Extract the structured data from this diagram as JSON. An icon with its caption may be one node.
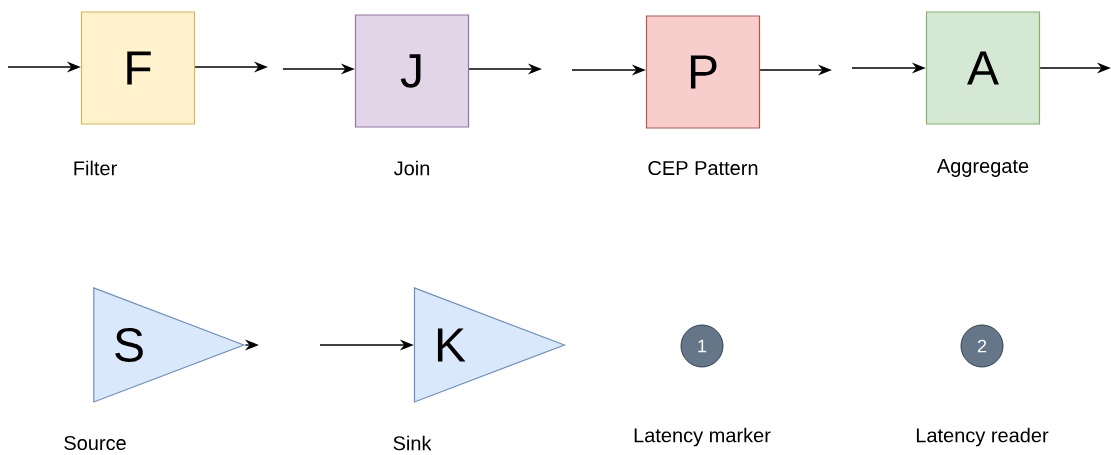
{
  "diagram": {
    "nodes": [
      {
        "text": [
          "F"
        ],
        "beside": [
          "Filter"
        ]
      },
      {
        "text": [
          "J"
        ],
        "beside": [
          "Join"
        ]
      },
      {
        "text": [
          "P"
        ],
        "beside": [
          "CEP Pattern"
        ]
      },
      {
        "text": [
          "A"
        ],
        "beside": [
          "Aggregate"
        ]
      },
      {
        "text": [
          "S"
        ],
        "beside": [
          "Source"
        ]
      },
      {
        "text": [
          "K"
        ],
        "beside": [
          "Sink"
        ]
      },
      {
        "text": [
          "1"
        ],
        "beside": [
          "Latency marker"
        ]
      },
      {
        "text": [
          "2"
        ],
        "beside": [
          "Latency reader"
        ]
      }
    ],
    "edges": [
      {
        "from": null,
        "to": 0,
        "arrow": "to"
      },
      {
        "from": 0,
        "to": null,
        "arrow": "to"
      },
      {
        "from": null,
        "to": 1,
        "arrow": "to"
      },
      {
        "from": 1,
        "to": null,
        "arrow": "to"
      },
      {
        "from": null,
        "to": 2,
        "arrow": "to"
      },
      {
        "from": 2,
        "to": null,
        "arrow": "to"
      },
      {
        "from": null,
        "to": 3,
        "arrow": "to"
      },
      {
        "from": 3,
        "to": null,
        "arrow": "to"
      },
      {
        "from": 4,
        "to": null,
        "arrow": "to"
      },
      {
        "from": null,
        "to": 5,
        "arrow": "to"
      }
    ]
  }
}
